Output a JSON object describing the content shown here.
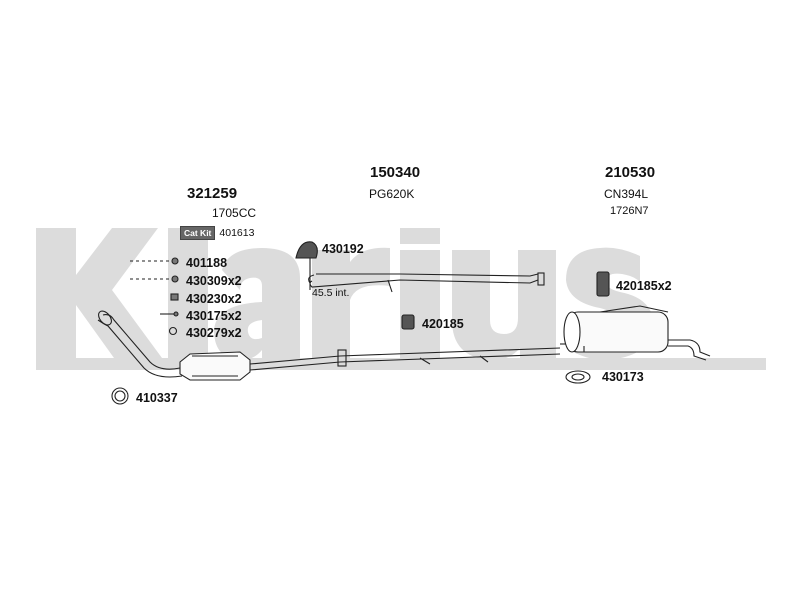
{
  "watermark": {
    "text": "Klarius",
    "color": "#d9d9d9"
  },
  "sections": [
    {
      "part_number": "321259",
      "code": "1705CC"
    },
    {
      "part_number": "150340",
      "code": "PG620K"
    },
    {
      "part_number": "210530",
      "code": "CN394L",
      "code2": "1726N7"
    }
  ],
  "cat_kit": {
    "badge": "Cat Kit",
    "number": "401613"
  },
  "left_items": [
    "401188",
    "430309x2",
    "430230x2",
    "430175x2",
    "430279x2"
  ],
  "labels": {
    "p430192": "430192",
    "p420185": "420185",
    "p420185x2": "420185x2",
    "p430173": "430173",
    "p410337": "410337",
    "length_note": "45.5 int."
  }
}
